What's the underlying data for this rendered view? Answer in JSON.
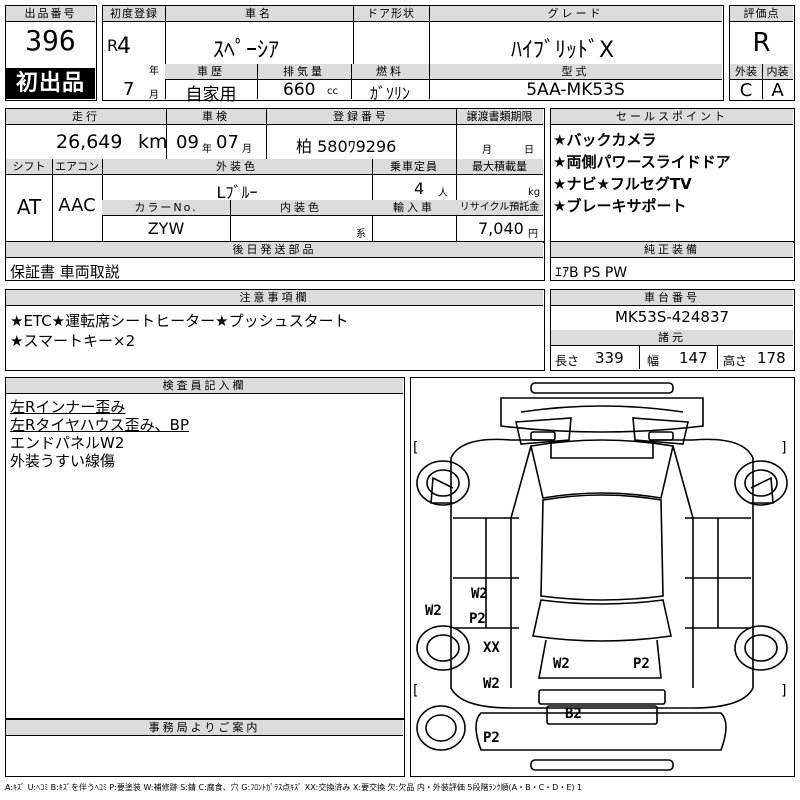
{
  "header": {
    "lot_label": "出品番号",
    "lot_number": "396",
    "first_listing": "初出品",
    "reg_label": "初度登録",
    "era": "R",
    "reg_year": "4",
    "year_unit": "年",
    "reg_month": "7",
    "month_unit": "月",
    "carname_label": "車名",
    "car_name": "ｽﾍﾟｰｼｱ",
    "door_label": "ドア形状",
    "door_value": "",
    "grade_label": "グレード",
    "grade_value": "ﾊｲﾌﾞﾘｯﾄﾞX",
    "score_label": "評価点",
    "score_value": "R",
    "history_label": "車歴",
    "history_value": "自家用",
    "disp_label": "排気量",
    "disp_value": "660",
    "disp_unit": "cc",
    "fuel_label": "燃料",
    "fuel_value": "ｶﾞｿﾘﾝ",
    "model_label": "型式",
    "model_value": "5AA-MK53S",
    "ext_label": "外装",
    "ext_value": "C",
    "int_label": "内装",
    "int_value": "A"
  },
  "details": {
    "mileage_label": "走行",
    "mileage_value": "26,649",
    "mileage_unit": "km",
    "inspection_label": "車検",
    "insp_year": "09",
    "insp_year_unit": "年",
    "insp_month": "07",
    "insp_month_unit": "月",
    "regno_label": "登録番号",
    "regno_value": "柏 580ﾜ9296",
    "transfer_label": "譲渡書類期限",
    "transfer_month_unit": "月",
    "transfer_day_unit": "日",
    "shift_label": "シフト",
    "shift_value": "AT",
    "ac_label": "エアコン",
    "ac_value": "AAC",
    "color_label": "外装色",
    "color_value": "Lﾌﾞﾙｰ",
    "capacity_label": "乗車定員",
    "capacity_value": "4",
    "capacity_unit": "人",
    "load_label": "最大積載量",
    "load_unit": "kg",
    "colorno_label": "カラーNo.",
    "colorno_value": "ZYW",
    "intcolor_label": "内装色",
    "intcolor_unit": "系",
    "import_label": "輸入車",
    "recycle_label": "リサイクル預託金",
    "recycle_value": "7,040",
    "recycle_unit": "円"
  },
  "sales_points": {
    "label": "セールスポイント",
    "items": [
      "★バックカメラ",
      "★両側パワースライドドア",
      "★ナビ★フルセグTV",
      "★ブレーキサポート"
    ]
  },
  "later_parts": {
    "label": "後日発送部品",
    "value": "保証書 車両取説"
  },
  "equipment": {
    "label": "純正装備",
    "value": "ｴｱB PS PW"
  },
  "notes": {
    "label": "注意事項欄",
    "lines": [
      "★ETC★運転席シートヒーター★プッシュスタート",
      "★スマートキー×2"
    ]
  },
  "chassis": {
    "label": "車台番号",
    "value": "MK53S-424837"
  },
  "dims": {
    "label": "諸元",
    "length_label": "長さ",
    "length_value": "339",
    "width_label": "幅",
    "width_value": "147",
    "height_label": "高さ",
    "height_value": "178"
  },
  "inspector": {
    "label": "検査員記入欄",
    "lines": [
      "左Rインナー歪み",
      "左Rタイヤハウス歪み、BP",
      "エンドパネルW2",
      "外装うすい線傷"
    ]
  },
  "office": {
    "label": "事務局よりご案内"
  },
  "diagram_marks": [
    "W2",
    "P2",
    "W2",
    "XX",
    "W2",
    "P2",
    "W2",
    "B2",
    "P2"
  ],
  "bracket_open": "[",
  "bracket_close": "]",
  "legend": "A:ｷｽﾞ U:ﾍｺﾐ B:ｷｽﾞを伴うﾍｺﾐ P:要塗装 W:補修跡 S:錆 C:腐食、穴 G:ﾌﾛﾝﾄｶﾞﾗｽ点ｷｽﾞ XX:交換済み X:要交換 欠:欠品 内・外装評価 5段階ﾗﾝｸ順(A・B・C・D・E) 1"
}
